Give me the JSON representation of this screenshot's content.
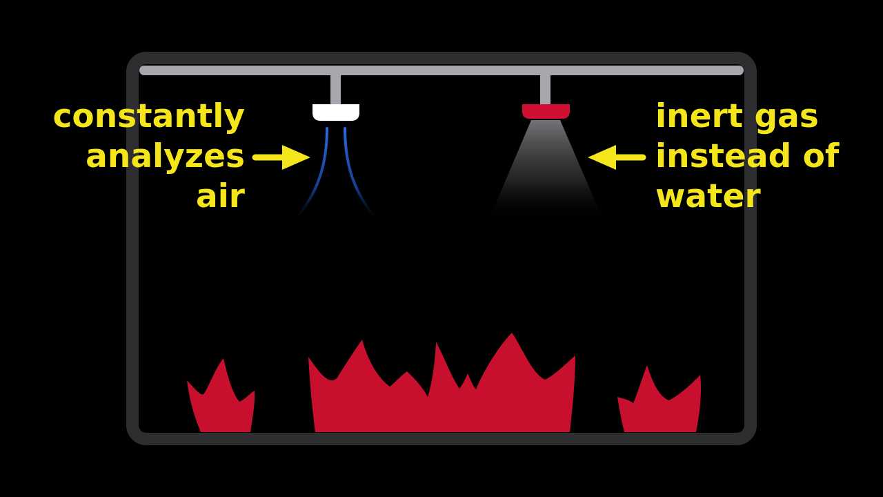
{
  "labels": {
    "left": {
      "lines": [
        "constantly",
        "analyzes",
        "air"
      ]
    },
    "right": {
      "lines": [
        "inert gas",
        "instead of",
        "water"
      ]
    }
  },
  "colors": {
    "background": "#000000",
    "frame": "#2e2e31",
    "pipe": "#a9a5ad",
    "detector_head": "#ffffff",
    "nozzle_head": "#cf1033",
    "air_lines": "#1f5fd1",
    "gas_spray": "#6a6a6e",
    "flames": "#c8102e",
    "arrows": "#f5e61c",
    "text": "#f5e61c"
  },
  "icons": {
    "left_device": "air-sampling-detector",
    "right_device": "inert-gas-nozzle",
    "left_arrow": "arrow-right-icon",
    "right_arrow": "arrow-left-icon",
    "fire": "flame-icon"
  }
}
